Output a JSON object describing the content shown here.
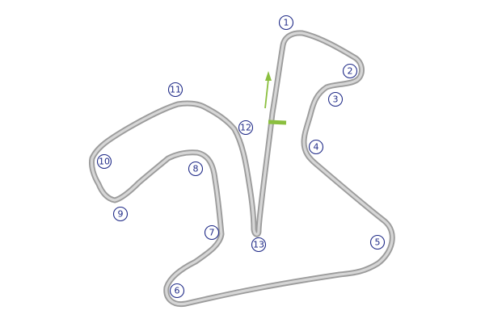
{
  "map": {
    "colors": {
      "track_edge": "#9c9c9c",
      "track_surface": "#d6d6d6",
      "turn_marker": "#1f2a87",
      "start_finish": "#8bbf3f",
      "background": "#ffffff"
    },
    "turns": [
      {
        "number": "1",
        "label": "1"
      },
      {
        "number": "2",
        "label": "2"
      },
      {
        "number": "3",
        "label": "3"
      },
      {
        "number": "4",
        "label": "4"
      },
      {
        "number": "5",
        "label": "5"
      },
      {
        "number": "6",
        "label": "6"
      },
      {
        "number": "7",
        "label": "7"
      },
      {
        "number": "8",
        "label": "8"
      },
      {
        "number": "9",
        "label": "9"
      },
      {
        "number": "10",
        "label": "10"
      },
      {
        "number": "11",
        "label": "11"
      },
      {
        "number": "12",
        "label": "12"
      },
      {
        "number": "13",
        "label": "13"
      }
    ],
    "icons": {
      "start_finish": "start-finish-line-icon",
      "direction": "direction-arrow-icon"
    }
  }
}
